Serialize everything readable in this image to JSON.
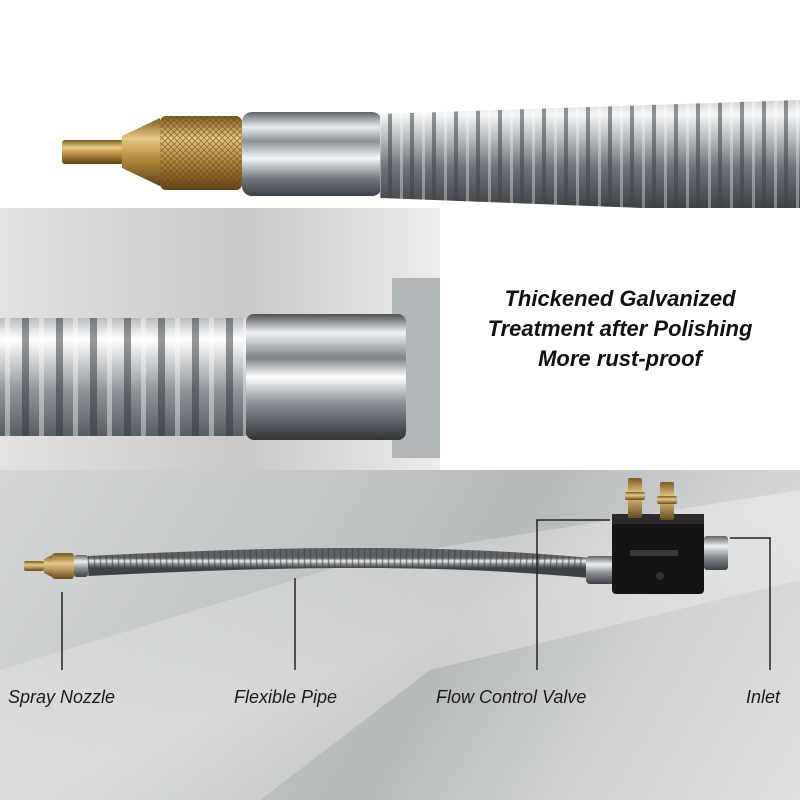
{
  "headline": {
    "line1": "Thickened Galvanized",
    "line2": "Treatment after Polishing",
    "line3": "More rust-proof"
  },
  "labels": {
    "nozzle": "Spray Nozzle",
    "pipe": "Flexible Pipe",
    "valve": "Flow Control Valve",
    "inlet": "Inlet"
  },
  "colors": {
    "brass": "#c9a15a",
    "chrome": "#b9bec3",
    "valve_body": "#111111",
    "text": "#111111"
  }
}
